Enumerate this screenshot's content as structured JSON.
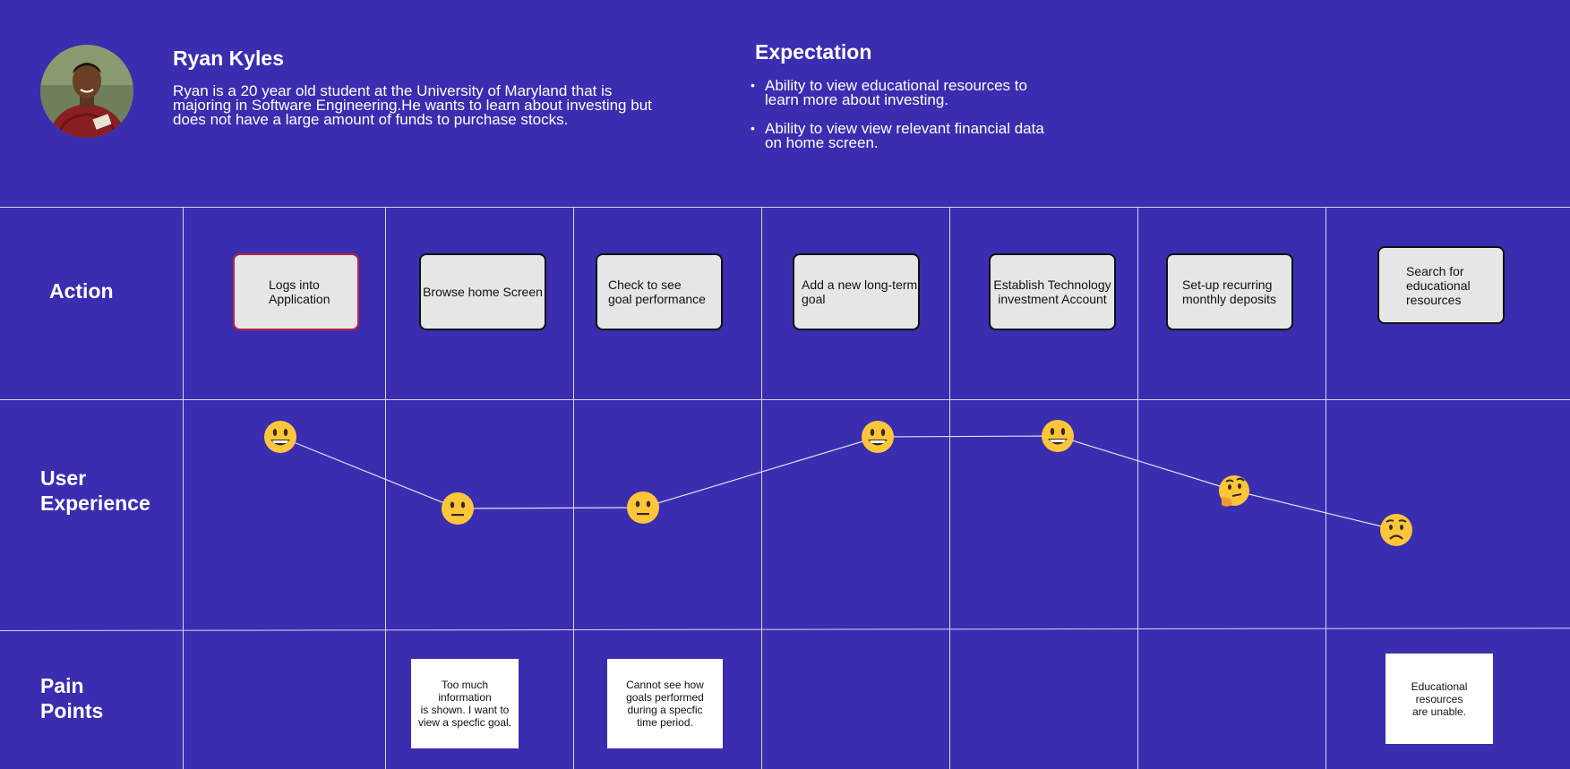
{
  "persona": {
    "name": "Ryan Kyles",
    "description": "Ryan is a 20 year old student at the University of Maryland that is majoring  in Software Engineering.He wants to learn about investing but does not have a large amount of funds to purchase stocks."
  },
  "expectation": {
    "title": "Expectation",
    "items": [
      "Ability to view educational resources to learn more about investing.",
      "Ability to view view relevant financial data on home screen."
    ]
  },
  "rows": {
    "action": "Action",
    "user_experience": "User\nExperience",
    "pain_points": "Pain\nPoints"
  },
  "actions": [
    "Logs into\nApplication",
    "Browse home Screen",
    "Check to see\ngoal performance",
    "Add a new long-term\n goal",
    "Establish Technology\ninvestment Account",
    "Set-up recurring\nmonthly deposits",
    "Search for\neducational\nresources"
  ],
  "experience": [
    {
      "stage": 1,
      "emotion": "grinning"
    },
    {
      "stage": 2,
      "emotion": "neutral"
    },
    {
      "stage": 3,
      "emotion": "neutral"
    },
    {
      "stage": 4,
      "emotion": "grinning"
    },
    {
      "stage": 5,
      "emotion": "grinning"
    },
    {
      "stage": 6,
      "emotion": "thinking"
    },
    {
      "stage": 7,
      "emotion": "worried"
    }
  ],
  "pain_points": [
    {
      "stage": 2,
      "text": "Too much\ninformation\nis shown. I want to\nview a specfic goal."
    },
    {
      "stage": 3,
      "text": "Cannot see how\ngoals performed\nduring a specfic\ntime period."
    },
    {
      "stage": 7,
      "text": "Educational\nresources\nare unable."
    }
  ],
  "colors": {
    "background": "#3a2db0",
    "grid": "#d9d6f0",
    "box": "#e6e6e6",
    "first_box_border": "#c0243a",
    "emoji": "#fcc63b"
  }
}
